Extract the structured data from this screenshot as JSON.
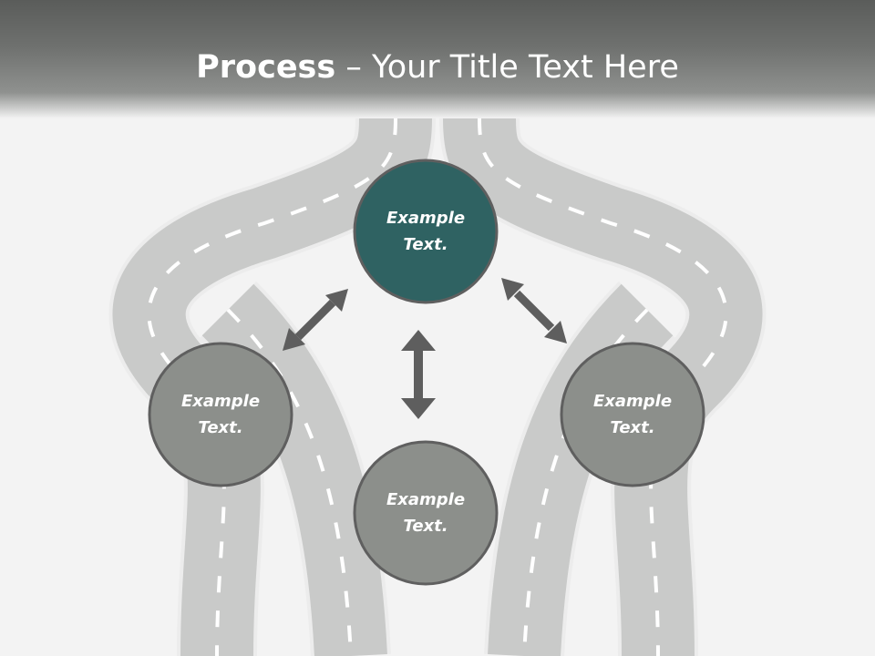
{
  "slide": {
    "title": {
      "bold": "Process",
      "rest": " – Your Title Text Here"
    }
  },
  "nodes": [
    {
      "line1": "Example",
      "line2": "Text.",
      "color": "#2f6262"
    },
    {
      "line1": "Example",
      "line2": "Text.",
      "color": "#8c8f8b"
    },
    {
      "line1": "Example",
      "line2": "Text.",
      "color": "#8c8f8b"
    },
    {
      "line1": "Example",
      "line2": "Text.",
      "color": "#8c8f8b"
    }
  ],
  "colors": {
    "road": "#c9cac9",
    "road_edge": "#ececec",
    "arrow": "#5e5e5e",
    "circle_border": "#5f5f5f"
  }
}
